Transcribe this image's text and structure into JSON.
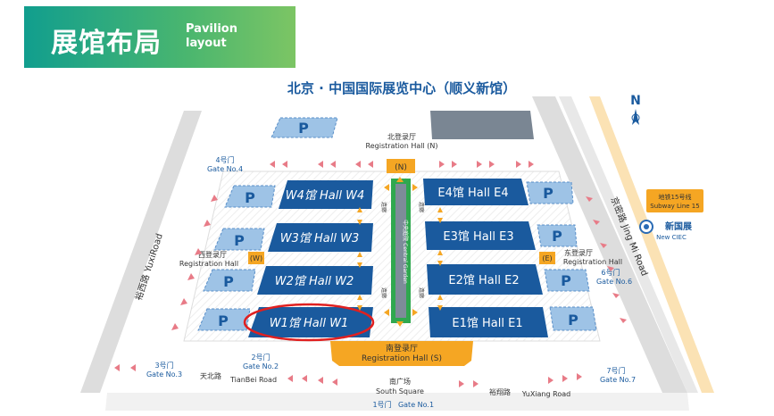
{
  "banner": {
    "title_zh": "展馆布局",
    "title_en_line1": "Pavilion",
    "title_en_line2": "layout"
  },
  "map_title": "北京 · 中国国际展览中心（顺义新馆）",
  "compass": "N",
  "parking_label": "P",
  "halls_west": [
    {
      "label": "W4馆 Hall W4"
    },
    {
      "label": "W3馆 Hall W3"
    },
    {
      "label": "W2馆 Hall W2"
    },
    {
      "label": "W1馆  Hall W1"
    }
  ],
  "halls_east": [
    {
      "label": "E4馆 Hall E4"
    },
    {
      "label": "E3馆 Hall E3"
    },
    {
      "label": "E2馆 Hall E2"
    },
    {
      "label": "E1馆 Hall E1"
    }
  ],
  "registration": {
    "north": {
      "zh": "北登录厅",
      "en": "Registration Hall (N)",
      "code": "(N)"
    },
    "west": {
      "zh": "西登录厅",
      "en": "Registration Hall",
      "code": "(W)"
    },
    "east": {
      "zh": "东登录厅",
      "en": "Registration Hall",
      "code": "(E)"
    },
    "south": {
      "zh": "南登录厅",
      "en": "Registration Hall (S)"
    }
  },
  "corridor": {
    "zh": "中央庭院",
    "en": "Central Garden",
    "side_zh": "连廊",
    "side_en": "Corridor"
  },
  "gates": {
    "g1": {
      "zh": "1号门",
      "en": "Gate No.1"
    },
    "g2": {
      "zh": "2号门",
      "en": "Gate No.2"
    },
    "g3": {
      "zh": "3号门",
      "en": "Gate No.3"
    },
    "g4": {
      "zh": "4号门",
      "en": "Gate No.4"
    },
    "g6": {
      "zh": "6号门",
      "en": "Gate No.6"
    },
    "g7": {
      "zh": "7号门",
      "en": "Gate No.7"
    }
  },
  "roads": {
    "yuxi_zh": "裕西路",
    "yuxi_en": "YuxiRoad",
    "jingmi_zh": "京密路",
    "jingmi_en": "Jing Mi Road",
    "tianbei_zh": "天北路",
    "tianbei_en": "TianBei Road",
    "yuxiang_zh": "裕翔路",
    "yuxiang_en": "YuXiang Road"
  },
  "square": {
    "zh": "南广场",
    "en": "South Square"
  },
  "subway": {
    "line_zh": "地铁15号线",
    "line_en": "Subway Line 15",
    "station_zh": "新国展",
    "station_en": "New CIEC"
  },
  "colors": {
    "hall": "#1a5a9e",
    "parking": "#9ec3e6",
    "garden": "#2fa84f",
    "registration": "#f5a623",
    "arrow": "#e87b87",
    "road": "#d9d9d9",
    "subway": "#f5a623",
    "highlight": "#e02020"
  }
}
